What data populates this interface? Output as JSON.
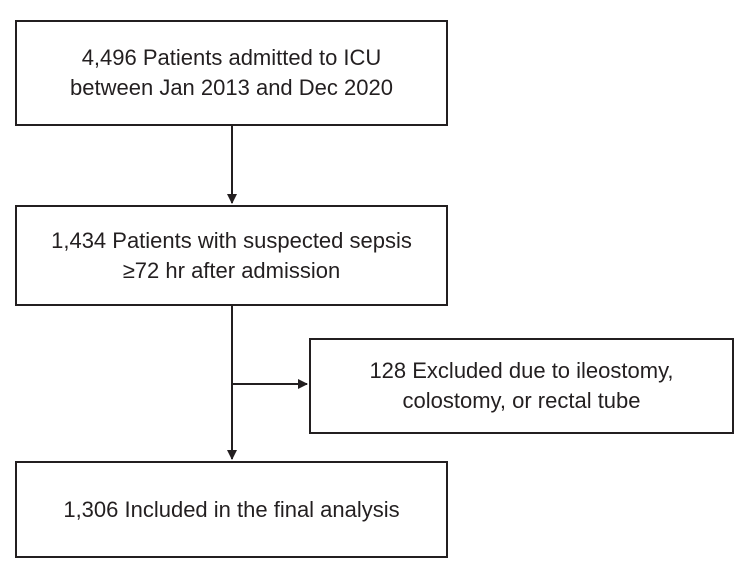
{
  "flowchart": {
    "nodes": [
      {
        "id": "admitted",
        "lines": [
          "4,496 Patients admitted to ICU",
          "between Jan 2013 and Dec 2020"
        ]
      },
      {
        "id": "suspected-sepsis",
        "lines": [
          "1,434 Patients with suspected sepsis",
          "≥72 hr after admission"
        ]
      },
      {
        "id": "excluded",
        "lines": [
          "128 Excluded due to ileostomy,",
          "colostomy, or rectal tube"
        ]
      },
      {
        "id": "included",
        "lines": [
          "1,306 Included in the final analysis"
        ]
      }
    ],
    "edges": [
      {
        "from": "admitted",
        "to": "suspected-sepsis"
      },
      {
        "from": "suspected-sepsis",
        "to": "excluded"
      },
      {
        "from": "suspected-sepsis",
        "to": "included"
      }
    ]
  }
}
